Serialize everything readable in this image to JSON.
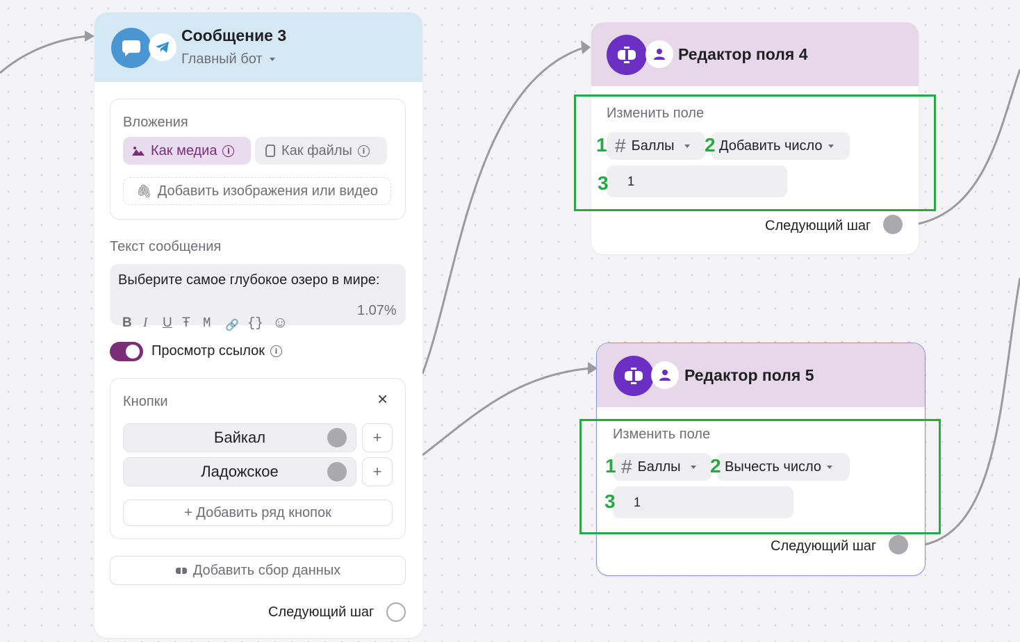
{
  "message_node": {
    "title": "Сообщение 3",
    "bot_name": "Главный бот",
    "attachments": {
      "label": "Вложения",
      "as_media": "Как медиа",
      "as_files": "Как файлы",
      "add_media": "Добавить изображения или видео"
    },
    "text_label": "Текст сообщения",
    "text_value": "Выберите самое глубокое озеро в мире:",
    "format_tools": [
      "B",
      "I",
      "U",
      "Ŧ",
      "M",
      "🔗",
      "{}",
      "☺"
    ],
    "percent": "1.07%",
    "link_preview": {
      "label": "Просмотр ссылок",
      "enabled": true
    },
    "buttons": {
      "label": "Кнопки",
      "close": "×",
      "items": [
        "Байкал",
        "Ладожское"
      ],
      "plus": "+",
      "add_row": "+ Добавить ряд кнопок"
    },
    "add_data_collection": "Добавить сбор данных",
    "next_step": "Следующий шаг"
  },
  "editor_nodes": [
    {
      "title": "Редактор поля 4",
      "change_field_label": "Изменить поле",
      "field_hash": "#",
      "field_name": "Баллы",
      "operation": "Добавить число",
      "value": "1",
      "annotations": [
        "1",
        "2",
        "3"
      ],
      "next_step": "Следующий шаг"
    },
    {
      "title": "Редактор поля 5",
      "change_field_label": "Изменить поле",
      "field_hash": "#",
      "field_name": "Баллы",
      "operation": "Вычесть число",
      "value": "1",
      "annotations": [
        "1",
        "2",
        "3"
      ],
      "next_step": "Следующий шаг"
    }
  ],
  "colors": {
    "message_header": "#d5e9f5",
    "editor_header": "#e6d8e8",
    "brand_blue": "#4a96d2",
    "brand_purple": "#6b2fc4",
    "media_accent": "#7b2e77",
    "annotation_green": "#28a745",
    "selected_border": "#7f93e3"
  },
  "icons": {
    "message": "chat-bubble-icon",
    "telegram": "telegram-icon",
    "editor": "field-editor-icon",
    "user": "user-icon"
  }
}
